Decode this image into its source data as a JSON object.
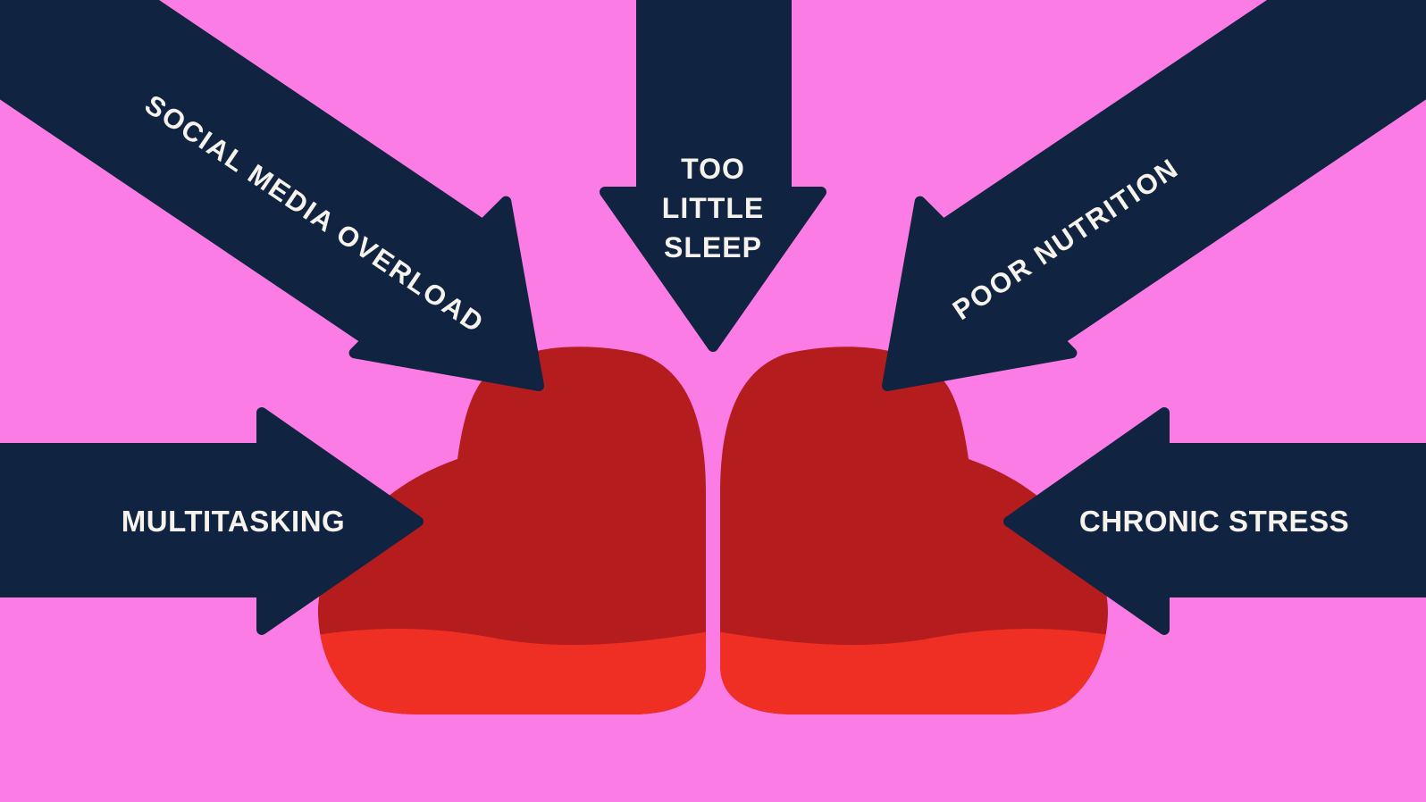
{
  "colors": {
    "background": "#fc7ce6",
    "arrow": "#102340",
    "brain_dark": "#b51c1d",
    "brain_light": "#ef2f24",
    "label_text": "#f6f2ec"
  },
  "diagram": {
    "figure": "brain-illustration",
    "arrows": [
      {
        "name": "social-media-overload",
        "label": "SOCIAL MEDIA OVERLOAD"
      },
      {
        "name": "too-little-sleep",
        "label": "TOO\nLITTLE\nSLEEP"
      },
      {
        "name": "poor-nutrition",
        "label": "POOR NUTRITION"
      },
      {
        "name": "multitasking",
        "label": "MULTITASKING"
      },
      {
        "name": "chronic-stress",
        "label": "CHRONIC STRESS"
      }
    ]
  }
}
